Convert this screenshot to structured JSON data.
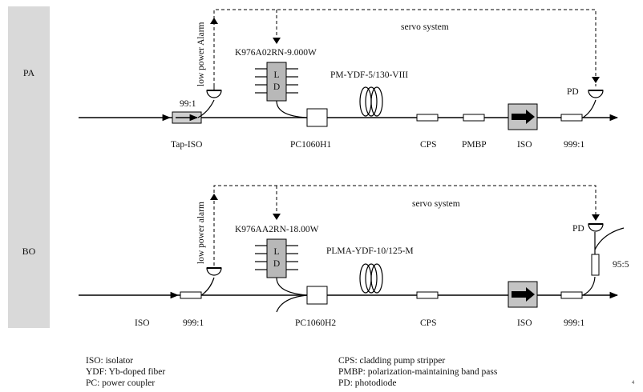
{
  "sections": [
    {
      "id": "pa",
      "label": "PA",
      "servo_label": "servo system",
      "alarm_label": "low power Alarm",
      "ld_part": "K976A02RN-9.000W",
      "ld_letters": [
        "L",
        "D"
      ],
      "fiber_label": "PM-YDF-5/130-VIII",
      "tap_ratio": "99:1",
      "pd_label": "PD",
      "out_ratio": "999:1",
      "components": [
        "Tap-ISO",
        "PC1060H1",
        "CPS",
        "PMBP",
        "ISO"
      ]
    },
    {
      "id": "bo",
      "label": "BO",
      "servo_label": "servo system",
      "alarm_label": "low power alarm",
      "ld_part": "K976AA2RN-18.00W",
      "ld_letters": [
        "L",
        "D"
      ],
      "fiber_label": "PLMA-YDF-10/125-M",
      "tap_ratio": "999:1",
      "pd_label": "PD",
      "out_ratio": "999:1",
      "tap_ratio_vertical": "95:5",
      "components": [
        "ISO",
        "PC1060H2",
        "CPS",
        "ISO"
      ]
    }
  ],
  "legend": {
    "left": [
      "ISO: isolator",
      "YDF: Yb-doped fiber",
      "PC: power coupler"
    ],
    "right": [
      "CPS: cladding pump stripper",
      "PMBP: polarization-maintaining band pass",
      "PD: photodiode"
    ]
  },
  "page_number": "4",
  "colors": {
    "sidebar": "#d9d9d9",
    "ld_fill": "#b8b8b8",
    "iso_fill": "#c4c4c4",
    "tap_iso_fill": "#cfcfcf",
    "line": "#000000"
  }
}
